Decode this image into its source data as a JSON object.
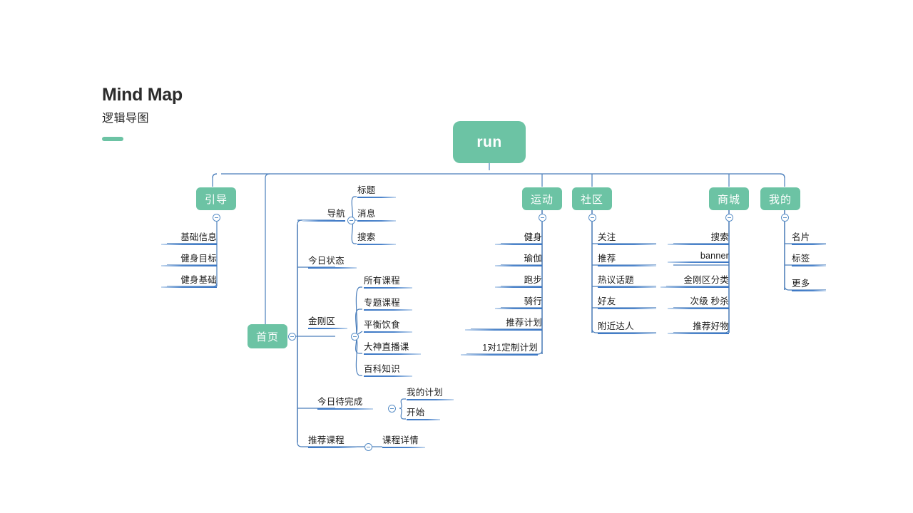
{
  "header": {
    "title": "Mind Map",
    "subtitle": "逻辑导图",
    "accent_color": "#6cc3a4"
  },
  "theme": {
    "node_green": "#6cc3a4",
    "line_blue": "#4a7ebb",
    "bar_blue": "#3a76c4",
    "text_dark": "#1b1b1b",
    "background": "#ffffff"
  },
  "mindmap": {
    "root": {
      "label": "run"
    },
    "branches": [
      {
        "id": "guide",
        "label": "引导",
        "children": [
          {
            "label": "基础信息"
          },
          {
            "label": "健身目标"
          },
          {
            "label": "健身基础"
          }
        ]
      },
      {
        "id": "home",
        "label": "首页",
        "children": [
          {
            "label": "导航",
            "children": [
              {
                "label": "标题"
              },
              {
                "label": "消息"
              },
              {
                "label": "搜索"
              }
            ]
          },
          {
            "label": "今日状态"
          },
          {
            "label": "金刚区",
            "children": [
              {
                "label": "所有课程"
              },
              {
                "label": "专题课程"
              },
              {
                "label": "平衡饮食"
              },
              {
                "label": "大神直播课"
              },
              {
                "label": "百科知识"
              }
            ]
          },
          {
            "label": "今日待完成",
            "children": [
              {
                "label": "我的计划"
              },
              {
                "label": "开始"
              }
            ]
          },
          {
            "label": "推荐课程",
            "children": [
              {
                "label": "课程详情"
              }
            ]
          }
        ]
      },
      {
        "id": "sport",
        "label": "运动",
        "children": [
          {
            "label": "健身"
          },
          {
            "label": "瑜伽"
          },
          {
            "label": "跑步"
          },
          {
            "label": "骑行"
          },
          {
            "label": "推荐计划"
          },
          {
            "label": "1对1定制计划"
          }
        ]
      },
      {
        "id": "community",
        "label": "社区",
        "children": [
          {
            "label": "关注"
          },
          {
            "label": "推荐"
          },
          {
            "label": "热议话题"
          },
          {
            "label": "好友"
          },
          {
            "label": "附近达人"
          }
        ]
      },
      {
        "id": "mall",
        "label": "商城",
        "children": [
          {
            "label": "搜索"
          },
          {
            "label": "banner"
          },
          {
            "label": "金刚区分类"
          },
          {
            "label": "次级 秒杀"
          },
          {
            "label": "推荐好物"
          }
        ]
      },
      {
        "id": "mine",
        "label": "我的",
        "children": [
          {
            "label": "名片"
          },
          {
            "label": "标签"
          },
          {
            "label": "更多"
          }
        ]
      }
    ]
  }
}
